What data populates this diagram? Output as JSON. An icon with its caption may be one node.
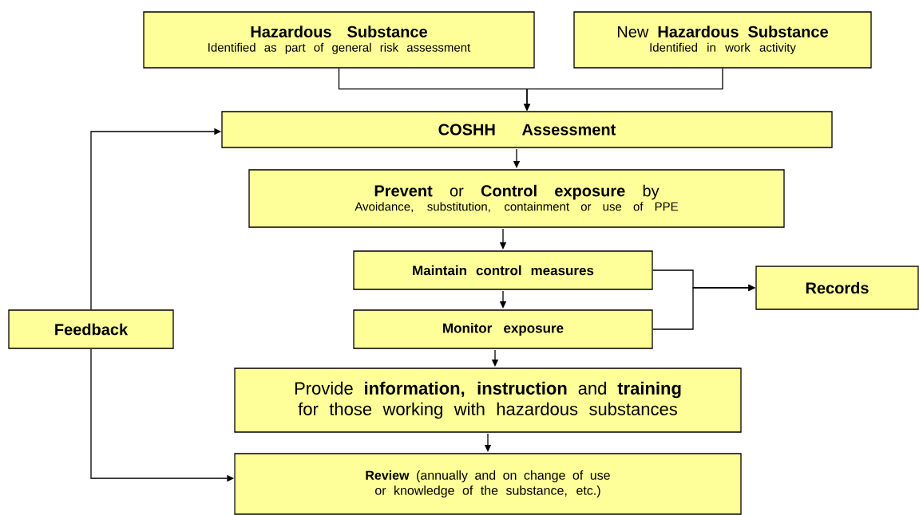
{
  "diagram": {
    "nodes": [
      {
        "text": [
          "Hazardous Substance",
          "Identified as part of general risk assessment"
        ]
      },
      {
        "text": [
          "New **Hazardous Substance**",
          "Identified in work activity"
        ]
      },
      {
        "text": [
          "COSHH Assessment"
        ]
      },
      {
        "text": [
          "**Prevent** or **Control exposure** by",
          "Avoidance, substitution, containment or use of PPE"
        ]
      },
      {
        "text": [
          "Maintain control measures"
        ]
      },
      {
        "text": [
          "Monitor exposure"
        ]
      },
      {
        "text": [
          "Records"
        ]
      },
      {
        "text": [
          "Feedback"
        ]
      },
      {
        "text": [
          "Provide **information, instruction** and **training** for those working with hazardous substances"
        ]
      },
      {
        "text": [
          "**Review** (annually and on change of use or knowledge of the substance, etc.)"
        ]
      }
    ],
    "edges": [
      {
        "from": 0,
        "to": 2,
        "arrow": "to"
      },
      {
        "from": 1,
        "to": 2,
        "arrow": "to"
      },
      {
        "from": 2,
        "to": 3,
        "arrow": "to"
      },
      {
        "from": 3,
        "to": 4,
        "arrow": "to"
      },
      {
        "from": 4,
        "to": 5,
        "arrow": "to"
      },
      {
        "from": 4,
        "to": 6,
        "arrow": "to"
      },
      {
        "from": 5,
        "to": 6,
        "arrow": "to"
      },
      {
        "from": 5,
        "to": 8,
        "arrow": "to"
      },
      {
        "from": 8,
        "to": 9,
        "arrow": "to"
      },
      {
        "from": 7,
        "to": 2,
        "arrow": "to"
      },
      {
        "from": 7,
        "to": 9,
        "arrow": "to"
      }
    ]
  }
}
